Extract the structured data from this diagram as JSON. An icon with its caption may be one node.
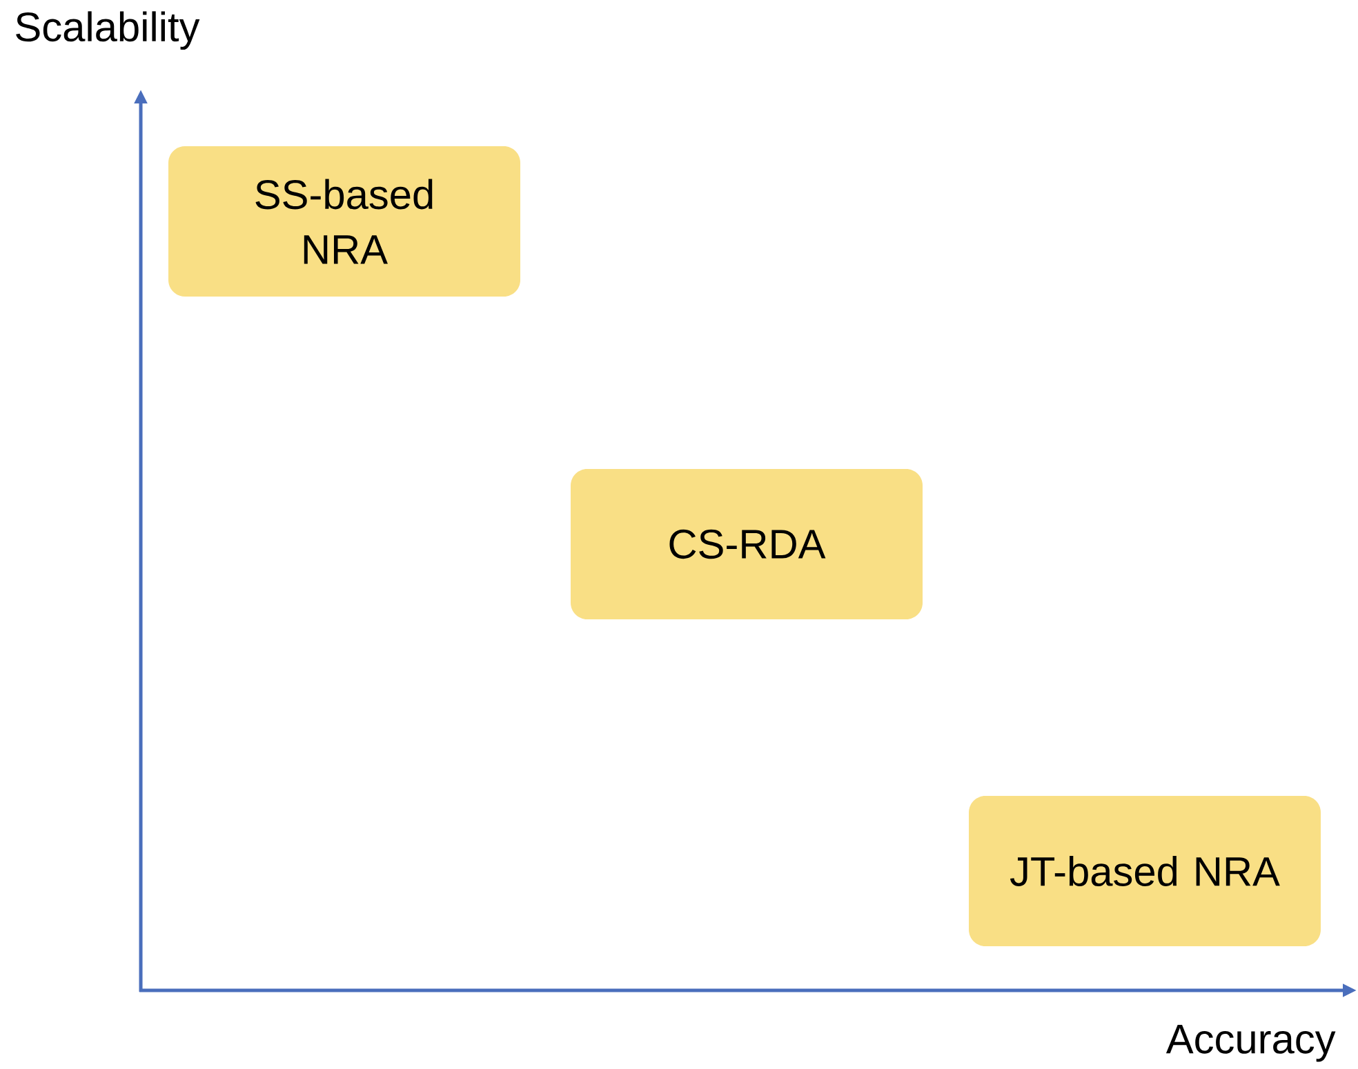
{
  "diagram": {
    "nodes": [
      {
        "text": [
          "SS-based NRA"
        ]
      },
      {
        "text": [
          "CS-RDA"
        ]
      },
      {
        "text": [
          "JT-based NRA"
        ]
      }
    ],
    "labels": [
      "Scalability",
      "Accuracy"
    ]
  }
}
